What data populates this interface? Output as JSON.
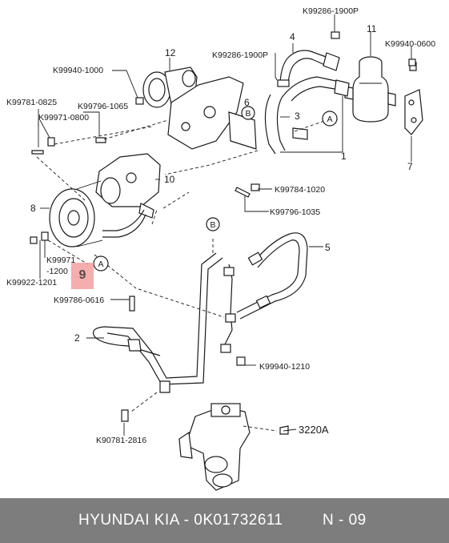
{
  "labels": {
    "k99286_top": "K99286-1900P",
    "k99940_0600": "K99940-0600",
    "k99286_mid": "K99286-1900P",
    "k99940_1000": "K99940-1000",
    "k99781_0825": "K99781-0825",
    "k99796_1065": "K99796-1065",
    "k99971_0800": "K99971-0800",
    "k99784_1020": "K99784-1020",
    "k99796_1035": "K99796-1035",
    "k99971_1200_a": "K99971",
    "k99971_1200_b": "-1200",
    "k99922_1201": "K99922-1201",
    "k99786_0616": "K99786-0616",
    "k99940_1210": "K99940-1210",
    "k90781_2816": "K90781-2816",
    "ref_3220a": "3220A"
  },
  "callouts": {
    "n1": "1",
    "n2": "2",
    "n3": "3",
    "n4": "4",
    "n5": "5",
    "n6": "6",
    "n7": "7",
    "n8": "8",
    "n10": "10",
    "n11": "11",
    "n12": "12",
    "circle_a1": "A",
    "circle_a2": "A",
    "circle_b1": "B",
    "circle_b2": "B"
  },
  "highlight": {
    "label": "9",
    "color": "#f3a1a1"
  },
  "footer": {
    "brand": "HYUNDAI  KIA - 0K01732611",
    "code": "N - 09",
    "background": "#7d7d7d"
  }
}
